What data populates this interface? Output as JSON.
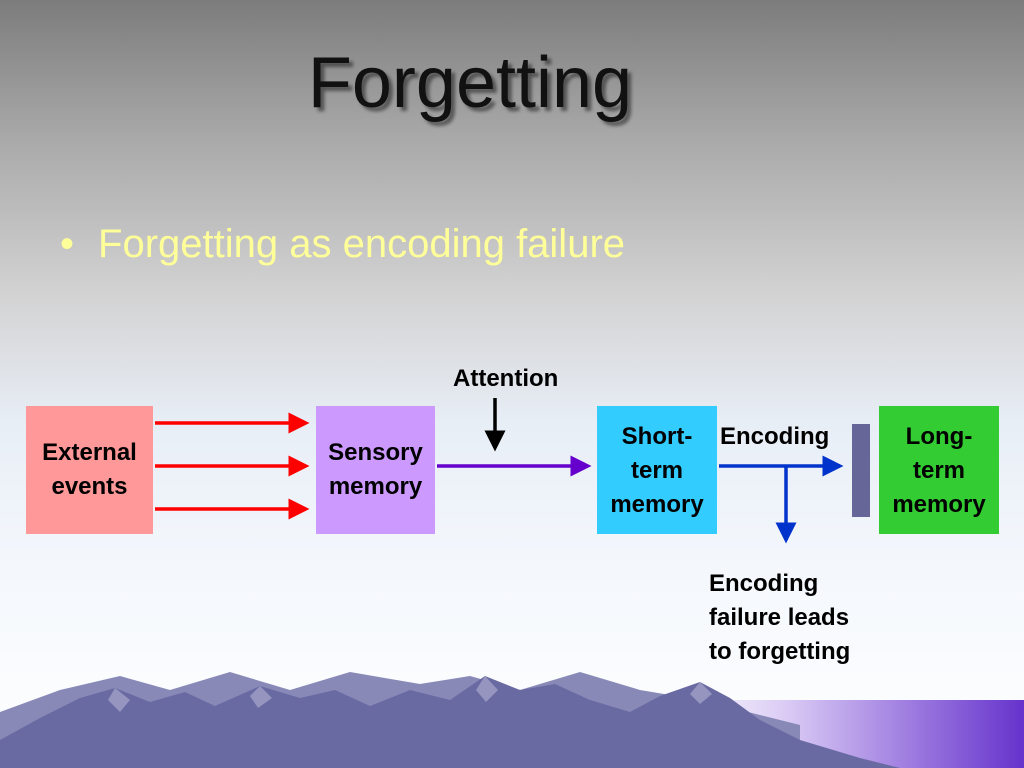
{
  "slide": {
    "title": "Forgetting",
    "bullet_marker": "•",
    "bullet_text": "Forgetting as encoding failure"
  },
  "diagram": {
    "boxes": {
      "external_events": "External\nevents",
      "sensory_memory": "Sensory\nmemory",
      "short_term_memory": "Short-\nterm\nmemory",
      "long_term_memory": "Long-\nterm\nmemory"
    },
    "labels": {
      "attention": "Attention",
      "encoding": "Encoding",
      "encoding_failure": "Encoding\nfailure leads\nto forgetting"
    },
    "colors": {
      "external_events_box": "#ff9999",
      "sensory_memory_box": "#cc99ff",
      "short_term_memory_box": "#33ccff",
      "long_term_memory_box": "#33cc33",
      "input_arrows": "#ff0000",
      "attention_arrow": "#000000",
      "sensory_to_stm_arrow": "#6600cc",
      "encoding_arrows": "#0033cc",
      "barrier": "#666699",
      "bullet_text": "#ffff99"
    }
  }
}
